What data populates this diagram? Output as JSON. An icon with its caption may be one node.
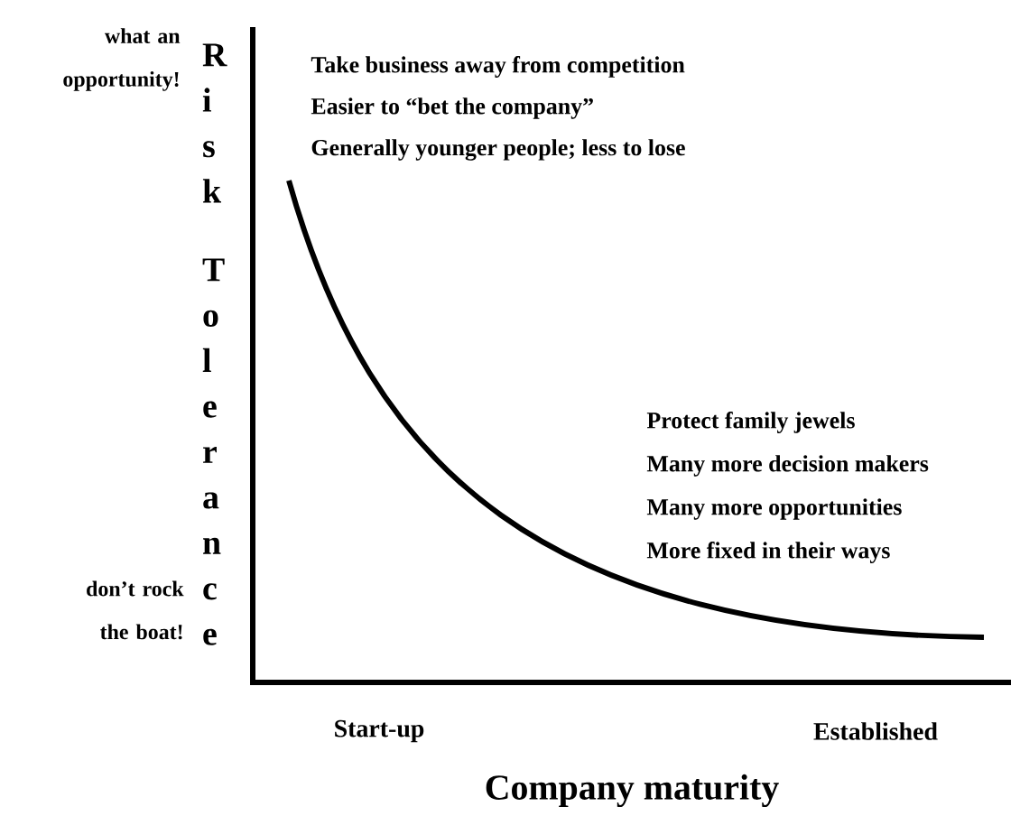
{
  "diagram": {
    "labels": [
      "what an opportunity!",
      "Risk",
      "Take business away from competition",
      "Easier to “bet the company”",
      "Generally younger people; less to lose",
      "Tolerance",
      "Protect family jewels",
      "Many more decision makers",
      "Many more opportunities",
      "More fixed in their ways",
      "don’t rock the boat!",
      "Start-up",
      "Established",
      "Company maturity"
    ]
  }
}
